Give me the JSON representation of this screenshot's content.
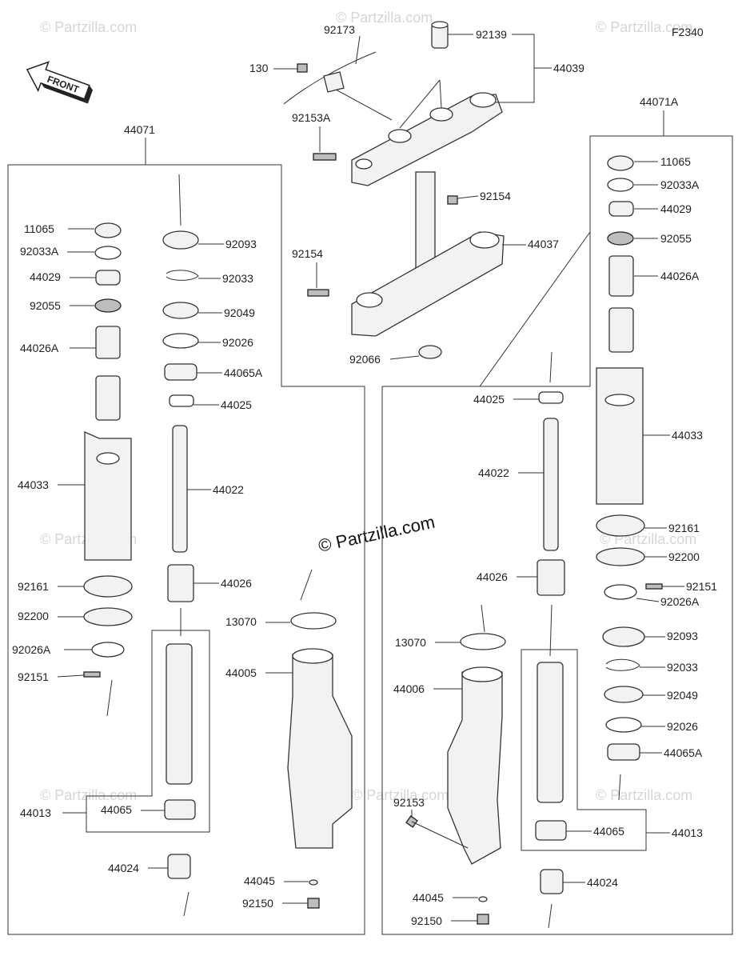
{
  "figure_code": "F2340",
  "front_label": "FRONT",
  "watermark_center": "© Partzilla.com",
  "watermark_faint": "© Partzilla.com",
  "groups": {
    "left_fork": "44071",
    "right_fork": "44071A",
    "upper_bracket": "44039",
    "stem": "44037"
  },
  "labels": {
    "top": [
      "92173",
      "92139",
      "44039",
      "130",
      "92153A",
      "92154",
      "44037",
      "92154",
      "92066"
    ],
    "left_parts": [
      "11065",
      "92033A",
      "44029",
      "92055",
      "44026A",
      "44033",
      "92161",
      "92200",
      "92026A",
      "92151"
    ],
    "left_inner": [
      "92093",
      "92033",
      "92049",
      "92026",
      "44065A",
      "44025",
      "44022",
      "44026"
    ],
    "left_bottom": [
      "44013",
      "44065",
      "44024",
      "13070",
      "44005",
      "44045",
      "92150"
    ],
    "right_parts": [
      "11065",
      "92033A",
      "44029",
      "92055",
      "44026A",
      "44033",
      "92161",
      "92200",
      "92151",
      "92026A",
      "92093",
      "92033",
      "92049",
      "92026",
      "44065A"
    ],
    "right_inner": [
      "44025",
      "44022",
      "44026",
      "13070",
      "44006",
      "92153",
      "44045",
      "92150",
      "44065",
      "44013",
      "44024"
    ]
  }
}
